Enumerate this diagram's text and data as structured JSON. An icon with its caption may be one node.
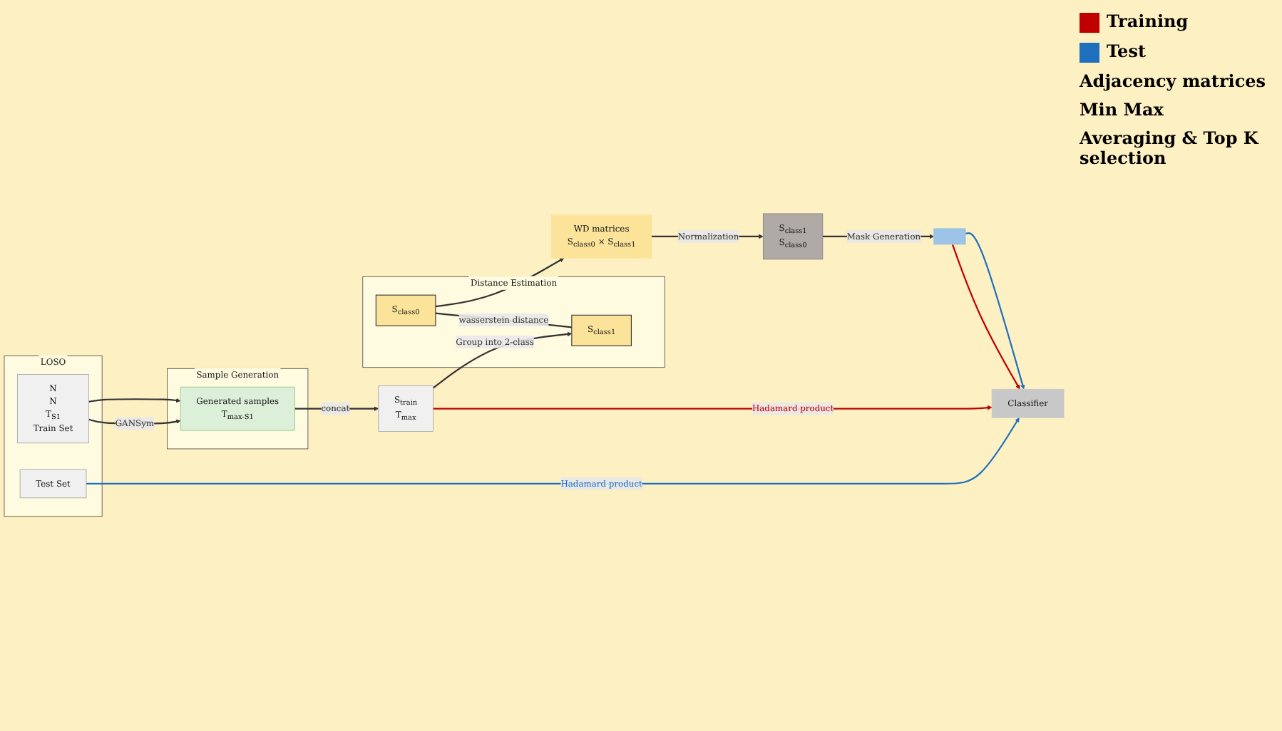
{
  "diagram": {
    "nodes": [
      {
        "text": [
          "Distance Estimation"
        ]
      },
      {
        "text": [
          "S$_{class0}$"
        ],
        "in": 0
      },
      {
        "text": [
          "S$_{class1}$"
        ],
        "in": 0
      },
      {
        "text": [
          "S$_{train}$",
          "T$_{max}$"
        ]
      },
      {
        "text": [
          "Generated samples",
          "T$_{max-S1}$"
        ],
        "in": 5
      },
      {
        "text": [
          "Sample Generation"
        ]
      },
      {
        "text": [
          "LOSO"
        ]
      },
      {
        "text": [
          "N",
          "N",
          "T$_{S1}$",
          "Train Set"
        ],
        "in": 6
      },
      {
        "text": [
          "Test Set"
        ],
        "in": 6
      },
      {
        "text": [
          "WD matrices",
          "S$_{class0}$ × S$_{class1}$"
        ]
      },
      {
        "text": [
          "S$_{class1}$",
          "S$_{class0}$"
        ]
      },
      {
        "text": [],
        "shape": "box"
      },
      {
        "text": [
          "Classifier"
        ]
      }
    ],
    "edges": [
      {
        "from": 1,
        "to": 2,
        "arrow": "none",
        "label": "wasserstein distance"
      },
      {
        "from": 3,
        "to": 2,
        "arrow": "to",
        "label": "Group into 2-class"
      },
      {
        "from": 4,
        "to": 3,
        "arrow": "to",
        "label": "concat"
      },
      {
        "from": 7,
        "to": 4,
        "arrow": "to",
        "label": "GANSym"
      },
      {
        "from": 7,
        "to": 4,
        "arrow": "to"
      },
      {
        "from": 1,
        "to": 9,
        "arrow": "to"
      },
      {
        "from": 9,
        "to": 10,
        "arrow": "to",
        "label": "Normalization"
      },
      {
        "from": 10,
        "to": 11,
        "arrow": "to",
        "label": "Mask Generation"
      },
      {
        "from": 3,
        "to": 12,
        "arrow": "to",
        "label": "Hadamard product",
        "color": "#c00000"
      },
      {
        "from": 11,
        "to": 12,
        "arrow": "to",
        "color": "#c00000"
      },
      {
        "from": 11,
        "to": 12,
        "arrow": "to",
        "color": "#1f6fbf"
      },
      {
        "from": 8,
        "to": 12,
        "arrow": "to",
        "label": "Hadamard product",
        "color": "#1f6fbf"
      }
    ],
    "labels": [
      "Adjacency matrices",
      "Min Max",
      "Averaging & Top K selection"
    ],
    "legend": [
      {
        "text": "Training",
        "color": "#c00000"
      },
      {
        "text": "Test",
        "color": "#1f6fbf"
      }
    ]
  }
}
